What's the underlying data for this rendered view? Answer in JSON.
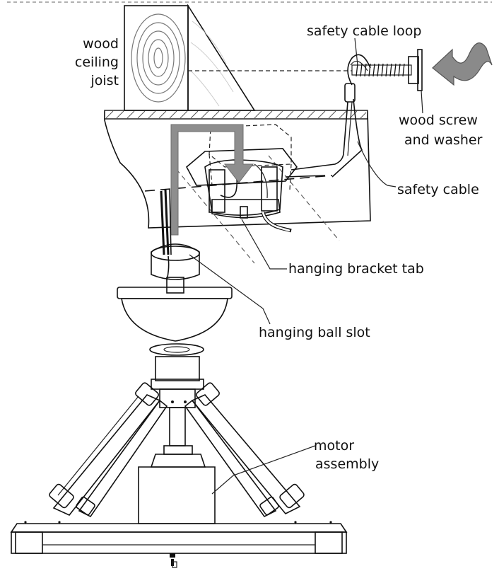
{
  "labels": {
    "joist": [
      "wood",
      "ceiling",
      "joist"
    ],
    "safety_cable_loop": "safety cable loop",
    "wood_screw": [
      "wood screw",
      "and washer"
    ],
    "safety_cable": "safety cable",
    "hanging_bracket_tab": "hanging bracket tab",
    "hanging_ball_slot": "hanging ball slot",
    "motor_assembly": [
      "motor",
      "assembly"
    ]
  },
  "colors": {
    "line": "#111111",
    "fill_light": "#f2f2f2",
    "fill_mid": "#d9d9d9",
    "arrow": "#888888",
    "bracket_shade": "#bdbdbd"
  },
  "icons": {
    "direction_arrow": "curved-arrow-icon",
    "install_arrow": "bent-arrow-icon"
  }
}
